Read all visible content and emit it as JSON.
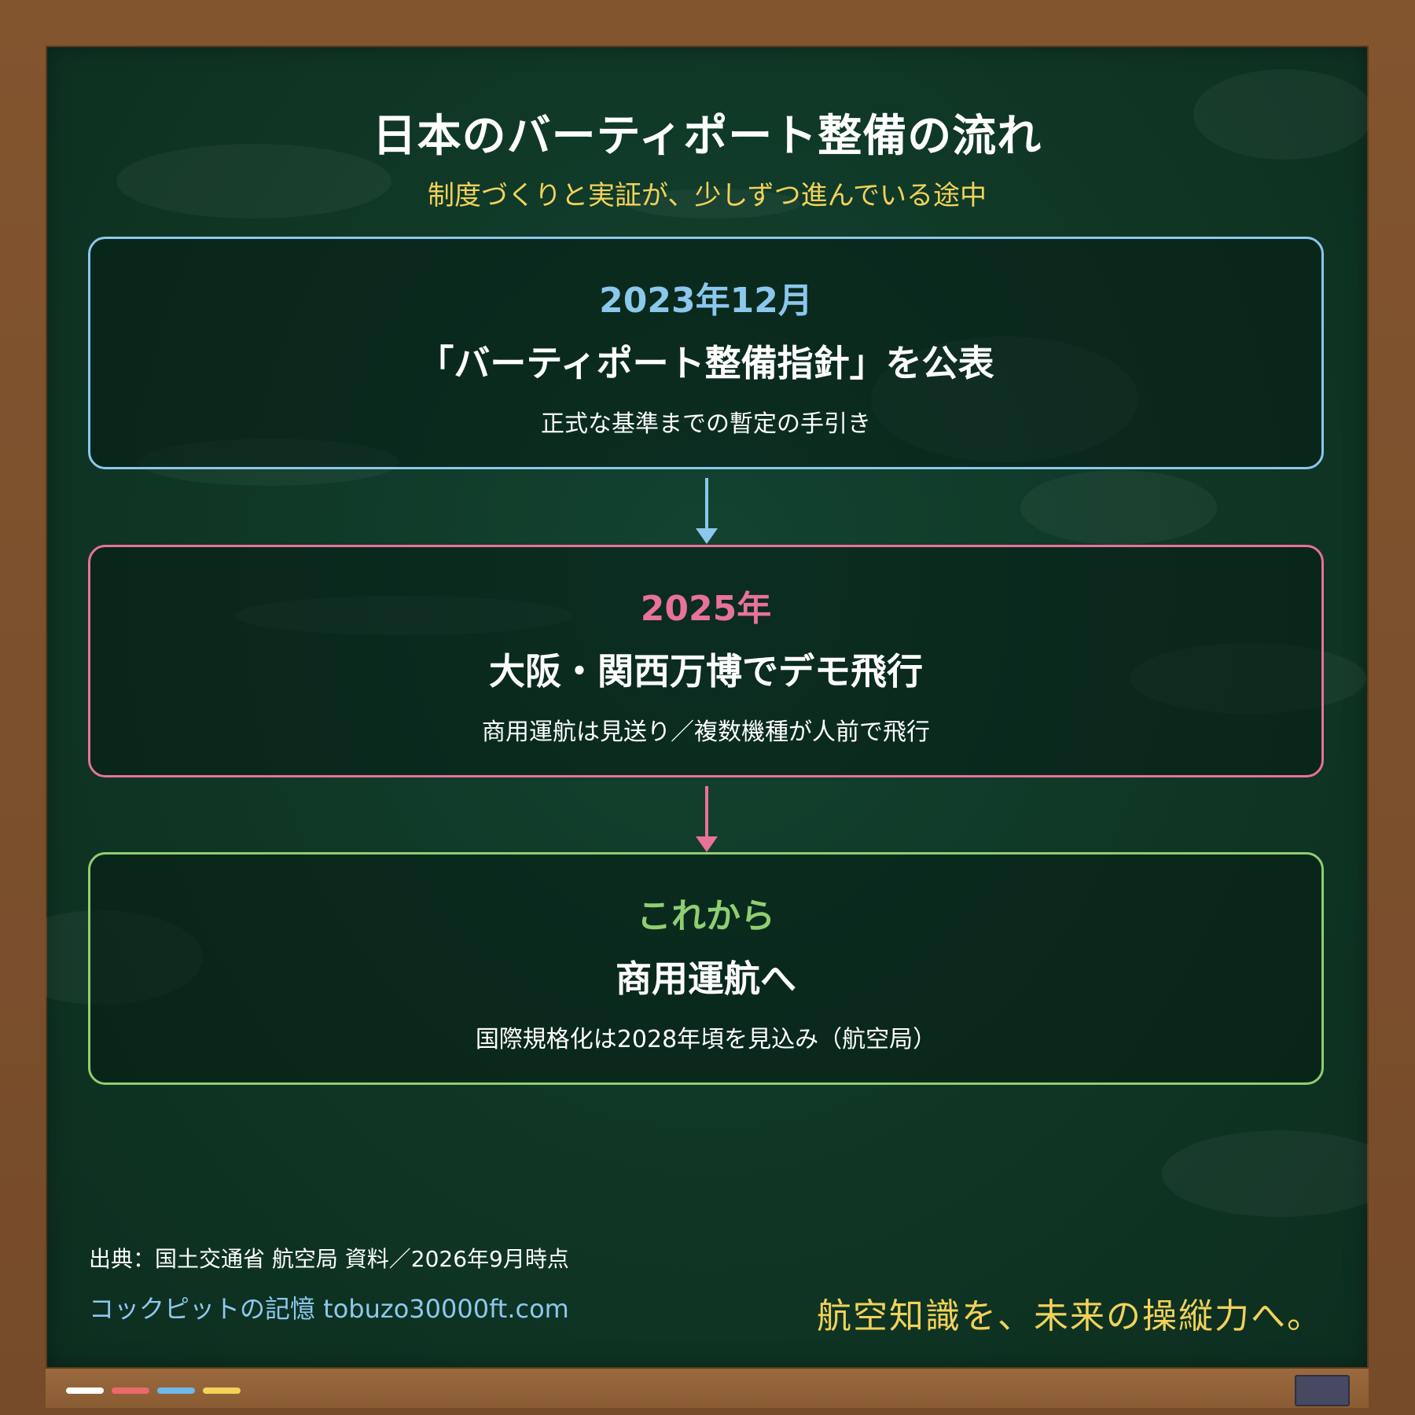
{
  "title": "日本のバーティポート整備の流れ",
  "subtitle": "制度づくりと実証が、少しずつ進んでいる途中",
  "steps": [
    {
      "date": "2023年12月",
      "headline": "「バーティポート整備指針」を公表",
      "description": "正式な基準までの暫定の手引き",
      "color": "#8cc7ec"
    },
    {
      "date": "2025年",
      "headline": "大阪・関西万博でデモ飛行",
      "description": "商用運航は見送り／複数機種が人前で飛行",
      "color": "#e8729a"
    },
    {
      "date": "これから",
      "headline": "商用運航へ",
      "description": "国際規格化は2028年頃を見込み（航空局）",
      "color": "#8fce72"
    }
  ],
  "footer": {
    "source": "出典：国土交通省 航空局 資料／2026年9月時点",
    "credit": "コックピットの記憶  tobuzo30000ft.com",
    "tagline": "航空知識を、未来の操縦力へ。"
  },
  "chalk_colors": [
    "#ffffff",
    "#e86a6a",
    "#6fb9e6",
    "#f2d25a"
  ],
  "eraser_color": "#474862"
}
